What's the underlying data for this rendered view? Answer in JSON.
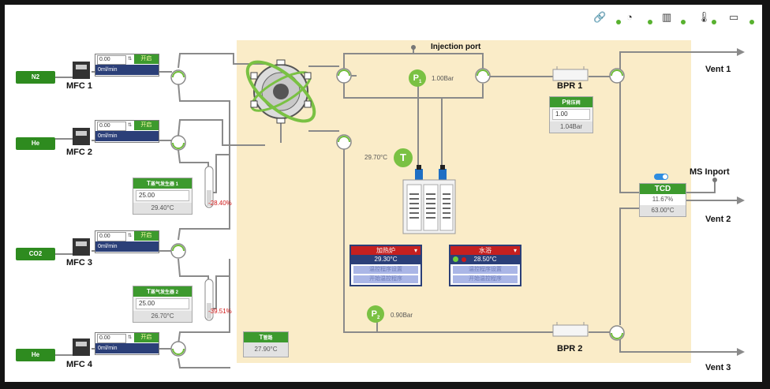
{
  "statusbar": {
    "icons": [
      "link-icon",
      "gauge-icon",
      "gas-cylinder-icon",
      "thermometer-icon",
      "device-icon"
    ]
  },
  "gases": [
    "N2",
    "He",
    "CO2",
    "He"
  ],
  "mfcs": [
    {
      "label": "MFC 1",
      "value": "0.00",
      "button": "开启",
      "unit": "0ml/min"
    },
    {
      "label": "MFC 2",
      "value": "0.00",
      "button": "开启",
      "unit": "0ml/min"
    },
    {
      "label": "MFC 3",
      "value": "0.00",
      "button": "开启",
      "unit": "0ml/min"
    },
    {
      "label": "MFC 4",
      "value": "0.00",
      "button": "开启",
      "unit": "0ml/min"
    }
  ],
  "saturator1": {
    "title_main": "T",
    "title_sub": "蒸气发生器 1",
    "setpoint": "25.00",
    "reading": "29.40°C",
    "humidity": "-28.40%"
  },
  "saturator2": {
    "title_main": "T",
    "title_sub": "蒸气发生器 2",
    "setpoint": "25.00",
    "reading": "26.70°C",
    "humidity": "-39.51%"
  },
  "injection_port": "Injection port",
  "p1": {
    "label": "P",
    "sub": "1",
    "value": "1.00Bar"
  },
  "p2": {
    "label": "P",
    "sub": "2",
    "value": "0.90Bar"
  },
  "reactor_temp": {
    "label": "T",
    "value": "29.70°C"
  },
  "bpr1": {
    "label": "BPR 1",
    "title_main": "P",
    "title_sub": "背压阀",
    "setpoint": "1.00",
    "reading": "1.04Bar"
  },
  "bpr2": {
    "label": "BPR 2"
  },
  "furnace": {
    "title": "加热炉",
    "temp": "29.30°C",
    "btn1": "温控程序设置",
    "btn2": "开始温控程序"
  },
  "waterbath": {
    "title": "水浴",
    "temp": "28.50°C",
    "btn1": "温控程序设置",
    "btn2": "开始温控程序"
  },
  "pipe_temp": {
    "title_main": "T",
    "title_sub": "管路",
    "value": "27.90°C"
  },
  "tcd": {
    "title": "TCD",
    "value1": "11.67%",
    "value2": "63.00°C"
  },
  "ms_inport": "MS Inport",
  "vents": [
    "Vent 1",
    "Vent 2",
    "Vent 3"
  ]
}
